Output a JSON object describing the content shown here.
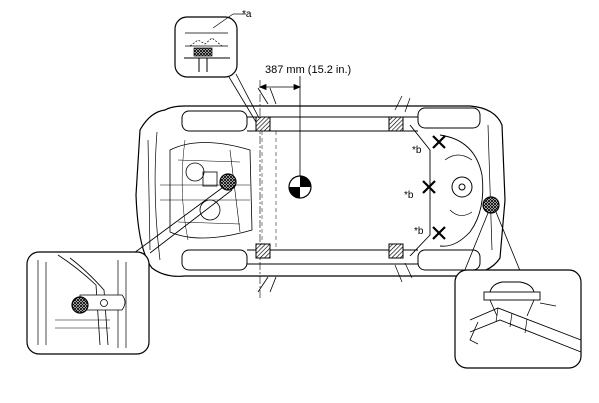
{
  "callouts": {
    "a": "*a",
    "b1": "*b",
    "b2": "*b",
    "b3": "*b"
  },
  "dimension": {
    "text": "387 mm (15.2 in.)"
  }
}
